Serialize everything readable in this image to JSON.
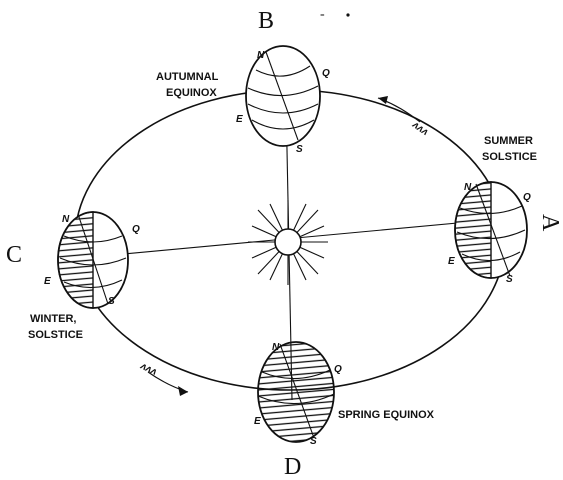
{
  "diagram": {
    "point_labels": {
      "a": "A",
      "b": "B",
      "c": "C",
      "d": "D"
    },
    "captions": {
      "autumnal_line1": "AUTUMNAL",
      "autumnal_line2": "EQUINOX",
      "summer_line1": "SUMMER",
      "summer_line2": "SOLSTICE",
      "winter_line1": "WINTER,",
      "winter_line2": "SOLSTICE",
      "spring": "SPRING  EQUINOX"
    },
    "pole_labels": {
      "north": "N",
      "south": "S",
      "equator": "E",
      "q": "Q"
    }
  }
}
